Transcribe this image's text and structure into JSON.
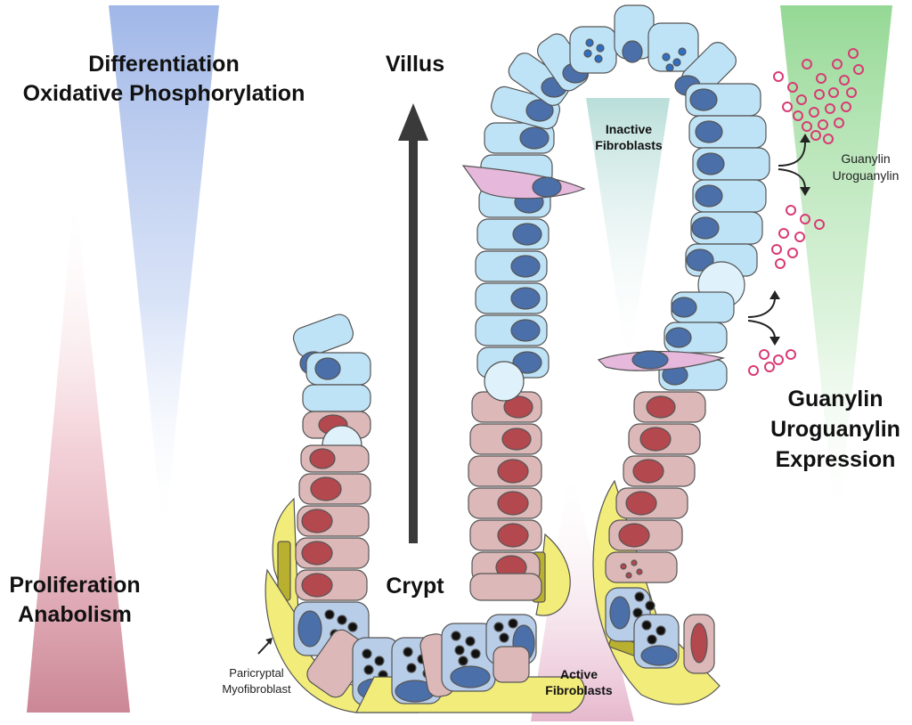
{
  "labels": {
    "differentiation": "Differentiation",
    "oxphos": "Oxidative Phosphorylation",
    "villus": "Villus",
    "crypt": "Crypt",
    "proliferation": "Proliferation",
    "anabolism": "Anabolism",
    "inactive_fibroblasts_1": "Inactive",
    "inactive_fibroblasts_2": "Fibroblasts",
    "guanylin_small": "Guanylin",
    "uroguanylin_small": "Uroguanylin",
    "expression_1": "Guanylin",
    "expression_2": "Uroguanylin",
    "expression_3": "Expression",
    "paricryptal_1": "Paricryptal",
    "paricryptal_2": "Myofibroblast",
    "active_fibroblasts_1": "Active",
    "active_fibroblasts_2": "Fibroblasts"
  },
  "colors": {
    "gradient_blue": "#9bb3e6",
    "gradient_red": "#e29aa8",
    "gradient_green": "#8fd68f",
    "gradient_teal": "#a8d6d0",
    "enterocyte": "#bfe3f6",
    "enterocyte_nucleus": "#4b6fa8",
    "crypt_cell": "#dcb8b8",
    "crypt_nucleus": "#b3484e",
    "paneth_granule": "#111111",
    "myofibroblast": "#f2ec7a",
    "fibroblast": "#e6b8dc",
    "peptide": "#d93a74",
    "arrow": "#3a3a3a"
  }
}
